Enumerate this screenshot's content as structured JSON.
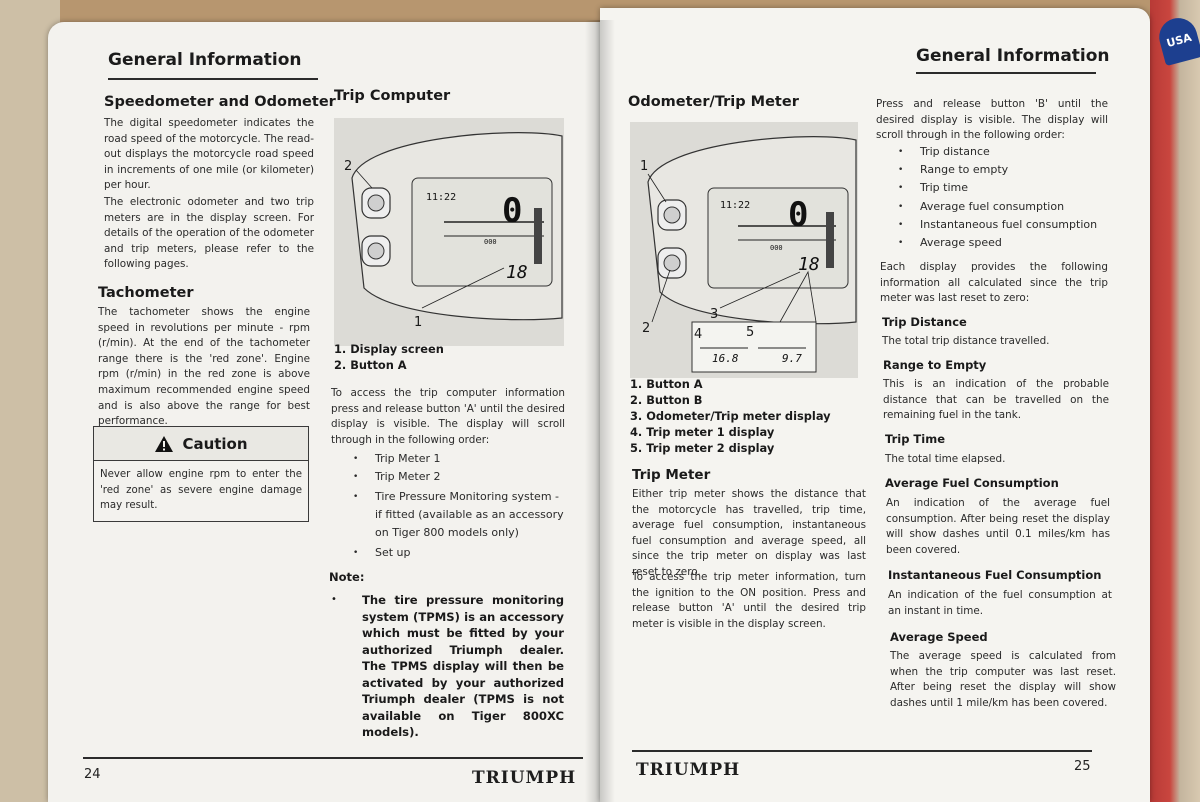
{
  "left_page": {
    "header": "General Information",
    "speedometer": {
      "heading": "Speedometer and Odometer",
      "p1": "The digital speedometer indicates the road speed of the motorcycle. The read-out displays the motorcycle road speed in increments of one mile (or kilometer) per hour.",
      "p2": "The electronic odometer and two trip meters are in the display screen. For details of the operation of the odometer and trip meters, please refer to the following pages."
    },
    "tachometer": {
      "heading": "Tachometer",
      "p1": "The tachometer shows the engine speed in revolutions per minute - rpm (r/min). At the end of the tachometer range there is the 'red zone'. Engine rpm (r/min) in the red zone is above maximum recommended engine speed and is also above the range for best performance."
    },
    "caution": {
      "title": "Caution",
      "text": "Never allow engine rpm to enter the 'red zone' as severe engine damage may result."
    },
    "trip_computer": {
      "heading": "Trip Computer",
      "figure": {
        "callout_1": "1",
        "callout_2": "2",
        "time": "11:22",
        "speed": "0",
        "trip": "18",
        "odo_label": "000"
      },
      "captions": [
        "1.  Display screen",
        "2.  Button A"
      ],
      "intro": "To access the trip computer information press and release button 'A' until the desired display is visible. The display will scroll through in the following order:",
      "bullets": [
        "Trip Meter 1",
        "Trip Meter 2",
        "Tire Pressure Monitoring system - if fitted (available as an accessory on Tiger 800 models only)",
        "Set up"
      ],
      "note_label": "Note:",
      "note": "The tire pressure monitoring system (TPMS) is an accessory which must be fitted by your authorized Triumph dealer. The TPMS display will then be activated by your authorized Triumph dealer (TPMS is not available on Tiger 800XC models)."
    },
    "page_number": "24",
    "brand": "TRIUMPH"
  },
  "right_page": {
    "header": "General Information",
    "odometer": {
      "heading": "Odometer/Trip Meter",
      "figure": {
        "callout_1": "1",
        "callout_2": "2",
        "callout_3": "3",
        "callout_4": "4",
        "callout_5": "5",
        "time": "11:22",
        "speed": "0",
        "trip": "18",
        "odo_label": "000",
        "trip1": "16.8",
        "trip2": "9.7"
      },
      "captions": [
        "1.  Button A",
        "2.  Button B",
        "3.  Odometer/Trip meter display",
        "4.  Trip meter 1 display",
        "5.  Trip meter 2 display"
      ]
    },
    "trip_meter": {
      "heading": "Trip Meter",
      "p1": "Either trip meter shows the distance that the motorcycle has travelled, trip time, average fuel consumption, instantaneous fuel consumption and average speed, all since the trip meter on display was last reset to zero.",
      "p2": "To access the trip meter information, turn the ignition to the ON position. Press and release button 'A' until the desired trip meter is visible in the display screen."
    },
    "scroll": {
      "intro": "Press and release button 'B' until the desired display is visible. The display will scroll through in the following order:",
      "bullets": [
        "Trip distance",
        "Range to empty",
        "Trip time",
        "Average fuel consumption",
        "Instantaneous fuel consumption",
        "Average speed"
      ],
      "each": "Each display provides the following information all calculated since the trip meter was last reset to zero:"
    },
    "defs": [
      {
        "title": "Trip Distance",
        "text": "The total trip distance travelled."
      },
      {
        "title": "Range to Empty",
        "text": "This is an indication of the probable distance that can be travelled on the remaining fuel in the tank."
      },
      {
        "title": "Trip Time",
        "text": "The total time elapsed."
      },
      {
        "title": "Average Fuel Consumption",
        "text": "An indication of the average fuel consumption. After being reset the display will show dashes until 0.1 miles/km has been covered."
      },
      {
        "title": "Instantaneous Fuel Consumption",
        "text": "An indication of the fuel consumption at an instant in time."
      },
      {
        "title": "Average Speed",
        "text": "The average speed is calculated from when the trip computer was last reset. After being reset the display will show dashes until 1 mile/km has been covered."
      }
    ],
    "page_number": "25",
    "brand": "TRIUMPH"
  }
}
